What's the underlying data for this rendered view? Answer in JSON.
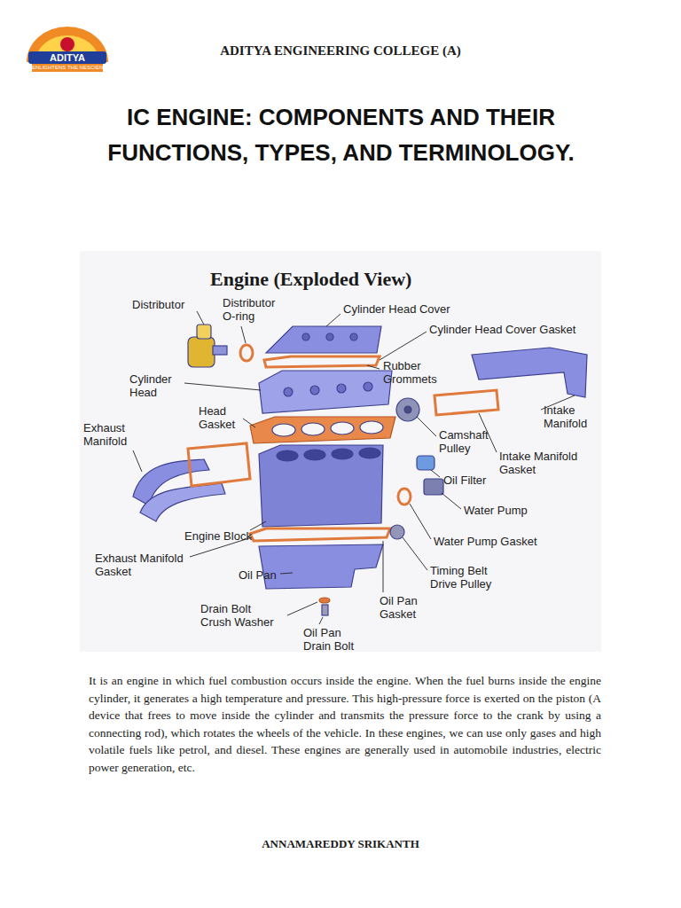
{
  "diagram": {
    "title": "IC ENGINE: COMPONENTS AND THEIR FUNCTIONS, TYPES, AND TERMINOLOGY.",
    "labels": [
      "ADITYA ENGINEERING COLLEGE (A)",
      "ADITYA",
      "ENLIGHTENS THE NESCIENCE",
      "Engine (Exploded View)",
      "Distributor",
      "Distributor O-ring",
      "Cylinder Head Cover",
      "Cylinder Head Cover Gasket",
      "Rubber Grommets",
      "Cylinder Head",
      "Head Gasket",
      "Intake Manifold",
      "Exhaust Manifold",
      "Camshaft Pulley",
      "Intake Manifold Gasket",
      "Oil Filter",
      "Water Pump",
      "Engine Block",
      "Water Pump Gasket",
      "Exhaust Manifold Gasket",
      "Oil Pan",
      "Timing Belt Drive Pulley",
      "Oil Pan Gasket",
      "Drain Bolt Crush Washer",
      "Oil Pan Drain Bolt",
      "It is an engine in which fuel combustion occurs inside the engine. When the fuel burns inside the engine cylinder, it generates a high temperature and pressure. This high-pressure force is exerted on the piston (A device that frees to move inside the cylinder and transmits the pressure force to the crank by using a connecting rod), which rotates the wheels of the vehicle. In these engines, we can use only gases and high volatile fuels like petrol, and diesel. These engines are generally used in automobile industries, electric power generation, etc.",
      "ANNAMAREDDY SRIKANTH"
    ]
  }
}
